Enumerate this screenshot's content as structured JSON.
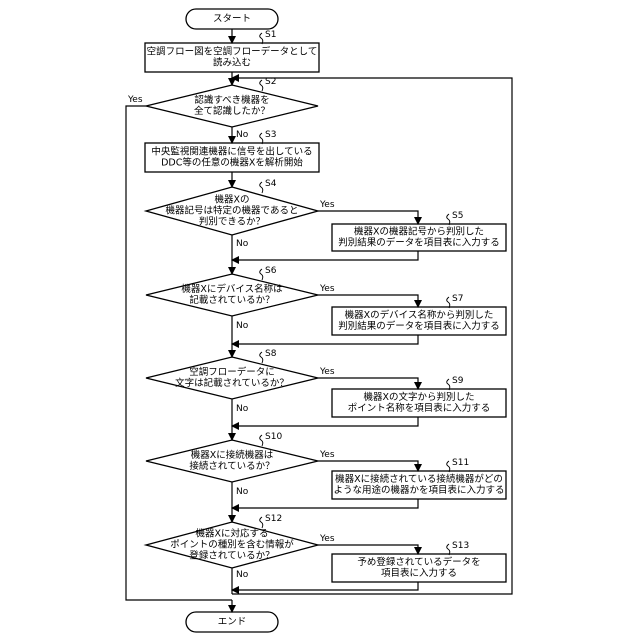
{
  "nodes": {
    "start": [
      "スタート"
    ],
    "s1": [
      "空調フロー図を空調フローデータとして",
      "読み込む"
    ],
    "d2": [
      "認識すべき機器を",
      "全て認識したか？"
    ],
    "s3": [
      "中央監視関連機器に信号を出している",
      "DDC等の任意の機器Xを解析開始"
    ],
    "d4": [
      "機器Xの",
      "機器記号は特定の機器であると",
      "判別できるか？"
    ],
    "s5": [
      "機器Xの機器記号から判別した",
      "判別結果のデータを項目表に入力する"
    ],
    "d6": [
      "機器Xにデバイス名称は",
      "記載されているか？"
    ],
    "s7": [
      "機器Xのデバイス名称から判別した",
      "判別結果のデータを項目表に入力する"
    ],
    "d8": [
      "空調フローデータに",
      "文字は記載されているか？"
    ],
    "s9": [
      "機器Xの文字から判別した",
      "ポイント名称を項目表に入力する"
    ],
    "d10": [
      "機器Xに接続機器は",
      "接続されているか？"
    ],
    "s11": [
      "機器Xに接続されている接続機器がどの",
      "ような用途の機器かを項目表に入力する"
    ],
    "d12": [
      "機器Xに対応する",
      "ポイントの種別を含む情報が",
      "登録されているか？"
    ],
    "s13": [
      "予め登録されているデータを",
      "項目表に入力する"
    ],
    "end": [
      "エンド"
    ]
  },
  "steps": {
    "s1": "S1",
    "s2": "S2",
    "s3": "S3",
    "s4": "S4",
    "s5": "S5",
    "s6": "S6",
    "s7": "S7",
    "s8": "S8",
    "s9": "S9",
    "s10": "S10",
    "s11": "S11",
    "s12": "S12",
    "s13": "S13"
  },
  "labels": {
    "yes": "Yes",
    "no": "No"
  }
}
